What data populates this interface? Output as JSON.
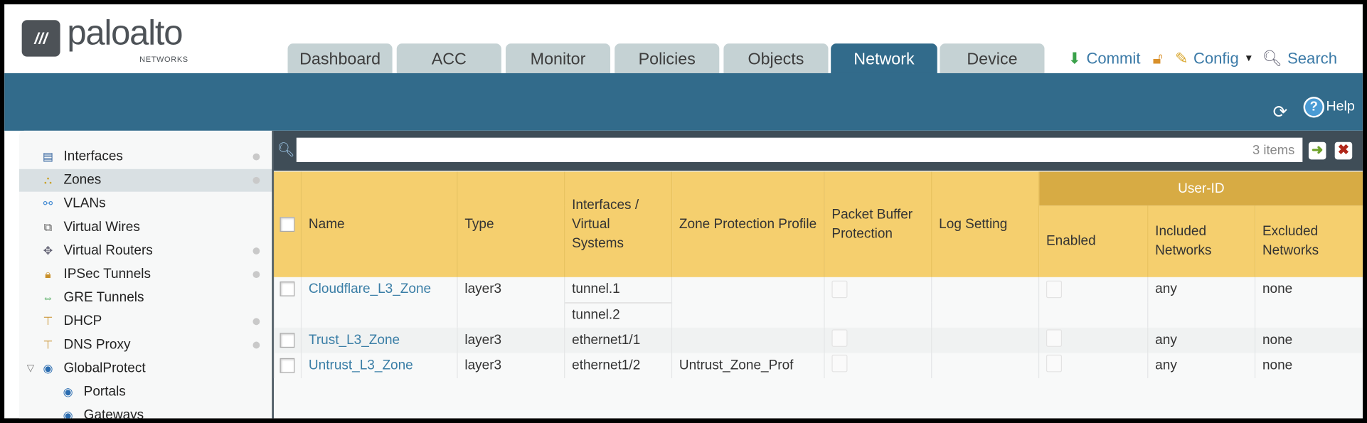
{
  "brand": {
    "name": "paloalto",
    "sub": "NETWORKS"
  },
  "tabs": [
    {
      "label": "Dashboard"
    },
    {
      "label": "ACC"
    },
    {
      "label": "Monitor"
    },
    {
      "label": "Policies"
    },
    {
      "label": "Objects"
    },
    {
      "label": "Network",
      "active": true
    },
    {
      "label": "Device"
    }
  ],
  "actions": {
    "commit": "Commit",
    "config": "Config",
    "search": "Search",
    "help": "Help"
  },
  "sidebar": {
    "items": [
      {
        "label": "Interfaces",
        "icon": "interfaces-icon"
      },
      {
        "label": "Zones",
        "icon": "zones-icon",
        "selected": true
      },
      {
        "label": "VLANs",
        "icon": "vlans-icon"
      },
      {
        "label": "Virtual Wires",
        "icon": "virtual-wires-icon"
      },
      {
        "label": "Virtual Routers",
        "icon": "virtual-routers-icon"
      },
      {
        "label": "IPSec Tunnels",
        "icon": "ipsec-icon"
      },
      {
        "label": "GRE Tunnels",
        "icon": "gre-icon"
      },
      {
        "label": "DHCP",
        "icon": "dhcp-icon"
      },
      {
        "label": "DNS Proxy",
        "icon": "dns-proxy-icon"
      },
      {
        "label": "GlobalProtect",
        "icon": "globalprotect-icon"
      },
      {
        "label": "Portals",
        "icon": "portals-icon"
      },
      {
        "label": "Gateways",
        "icon": "gateways-icon"
      }
    ]
  },
  "search": {
    "value": "",
    "count": "3 items"
  },
  "table": {
    "group": "User-ID",
    "headers": {
      "name": "Name",
      "type": "Type",
      "interfaces": "Interfaces / Virtual Systems",
      "zpp": "Zone Protection Profile",
      "pbp": "Packet Buffer Protection",
      "log": "Log Setting",
      "enabled": "Enabled",
      "included": "Included Networks",
      "excluded": "Excluded Networks"
    },
    "rows": [
      {
        "name": "Cloudflare_L3_Zone",
        "type": "layer3",
        "interfaces": [
          "tunnel.1",
          "tunnel.2"
        ],
        "zpp": "",
        "log": "",
        "included": "any",
        "excluded": "none"
      },
      {
        "name": "Trust_L3_Zone",
        "type": "layer3",
        "interfaces": [
          "ethernet1/1"
        ],
        "zpp": "",
        "log": "",
        "included": "any",
        "excluded": "none"
      },
      {
        "name": "Untrust_L3_Zone",
        "type": "layer3",
        "interfaces": [
          "ethernet1/2"
        ],
        "zpp": "Untrust_Zone_Prof",
        "log": "",
        "included": "any",
        "excluded": "none"
      }
    ]
  },
  "colors": {
    "brand_blue": "#326b8b",
    "header_yellow": "#f5cf6e",
    "group_gold": "#d7ab44",
    "link": "#3a7ea6"
  }
}
